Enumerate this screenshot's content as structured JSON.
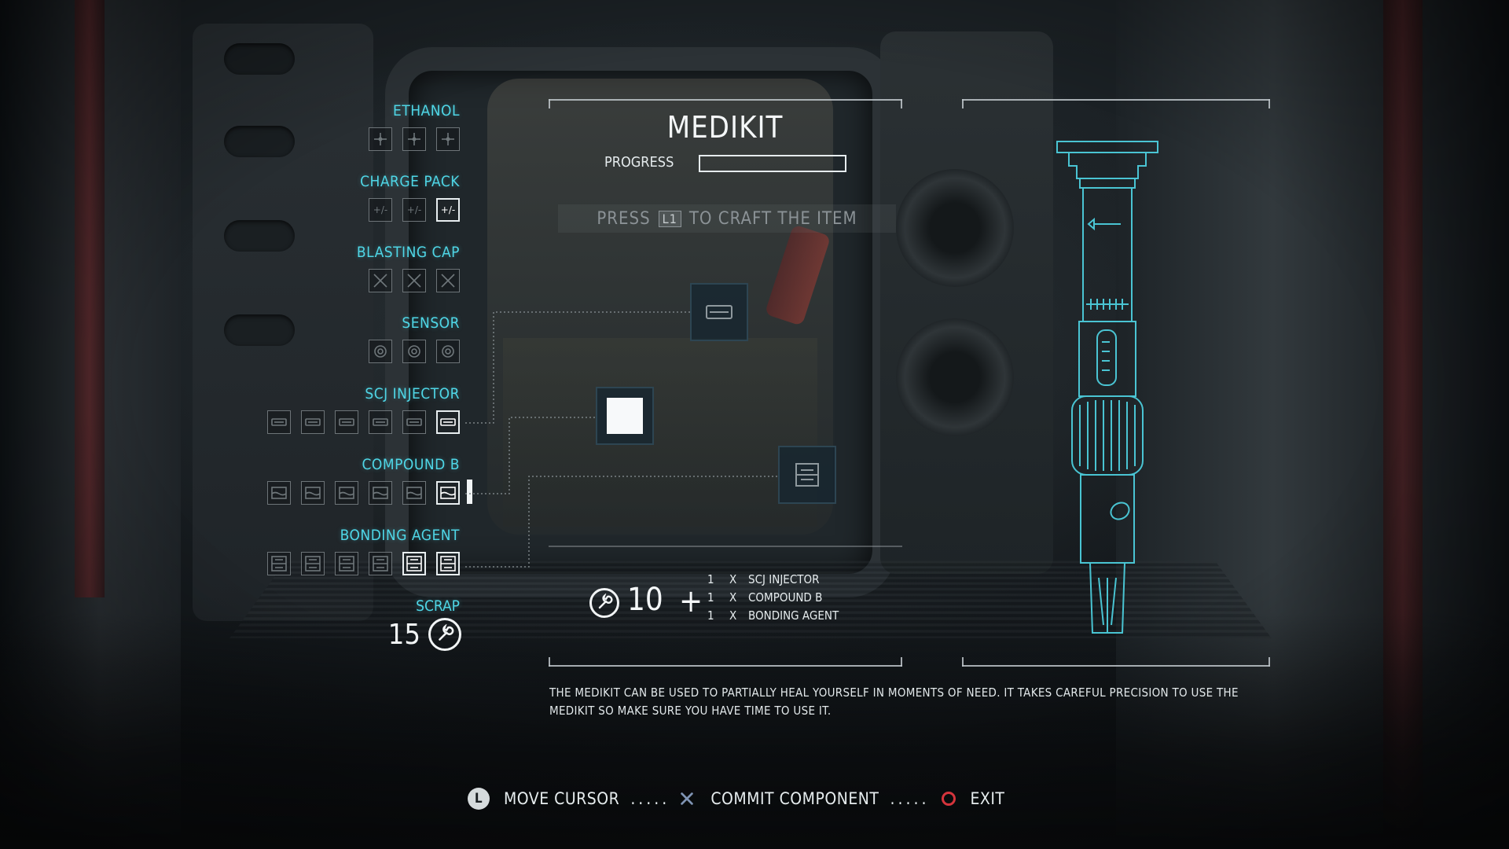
{
  "hud": {
    "components": [
      {
        "label": "ETHANOL",
        "icon": "ethanol-icon",
        "slots": 3,
        "available": 0
      },
      {
        "label": "CHARGE PACK",
        "icon": "charge-pack-icon",
        "slots": 3,
        "available": 1
      },
      {
        "label": "BLASTING CAP",
        "icon": "blasting-cap-icon",
        "slots": 3,
        "available": 0
      },
      {
        "label": "SENSOR",
        "icon": "sensor-icon",
        "slots": 3,
        "available": 0
      },
      {
        "label": "SCJ INJECTOR",
        "icon": "scj-injector-icon",
        "slots": 6,
        "available": 1
      },
      {
        "label": "COMPOUND B",
        "icon": "compound-b-icon",
        "slots": 6,
        "available": 1
      },
      {
        "label": "BONDING AGENT",
        "icon": "bonding-agent-icon",
        "slots": 6,
        "available": 2
      }
    ],
    "scrap": {
      "label": "SCRAP",
      "value": "15",
      "icon": "wrench-icon"
    }
  },
  "craft": {
    "title": "MEDIKIT",
    "progress_label": "PROGRESS",
    "progress": 0,
    "prompt": {
      "before": "PRESS",
      "button": "L1",
      "after": "TO CRAFT THE ITEM"
    },
    "cost": {
      "scrap": "10",
      "plus": "+",
      "requirements": [
        {
          "qty": "1",
          "x": "X",
          "name": "SCJ INJECTOR"
        },
        {
          "qty": "1",
          "x": "X",
          "name": "COMPOUND B"
        },
        {
          "qty": "1",
          "x": "X",
          "name": "BONDING AGENT"
        }
      ]
    },
    "description": "THE MEDIKIT CAN BE USED TO PARTIALLY HEAL YOURSELF IN MOMENTS OF NEED. IT TAKES CAREFUL PRECISION TO USE THE MEDIKIT SO MAKE SURE YOU HAVE TIME TO USE IT."
  },
  "footer": {
    "move": {
      "button": "L",
      "label": "MOVE CURSOR",
      "dots": "....."
    },
    "commit": {
      "button": "X",
      "label": "COMMIT COMPONENT",
      "dots": "....."
    },
    "exit": {
      "button": "O",
      "label": "EXIT"
    }
  },
  "colors": {
    "accent": "#4fd6e6",
    "text": "#f1f4f5",
    "exit": "#d4343c",
    "commit": "#7f94b4"
  }
}
